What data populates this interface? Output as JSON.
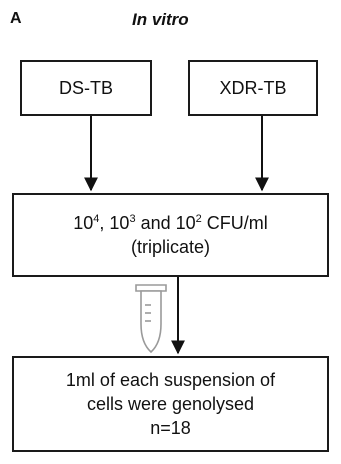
{
  "header": {
    "panel_letter": "A",
    "title": "In vitro"
  },
  "boxes": {
    "ds_tb": "DS-TB",
    "xdr_tb": "XDR-TB",
    "cfu": {
      "base": "10",
      "exp1": "4",
      "sep1": ", ",
      "exp2": "3",
      "and": " and ",
      "exp3": "2",
      "unit": " CFU/ml",
      "line2": "(triplicate)"
    },
    "genolysed": {
      "line1": "1ml of each suspension of",
      "line2": "cells were genolysed",
      "line3": "n=18"
    }
  },
  "icons": [
    "microcentrifuge-tube-icon"
  ],
  "colors": {
    "box_border": "#1a1a1a",
    "arrow": "#111111",
    "tube_stroke": "#9a9a9a"
  }
}
